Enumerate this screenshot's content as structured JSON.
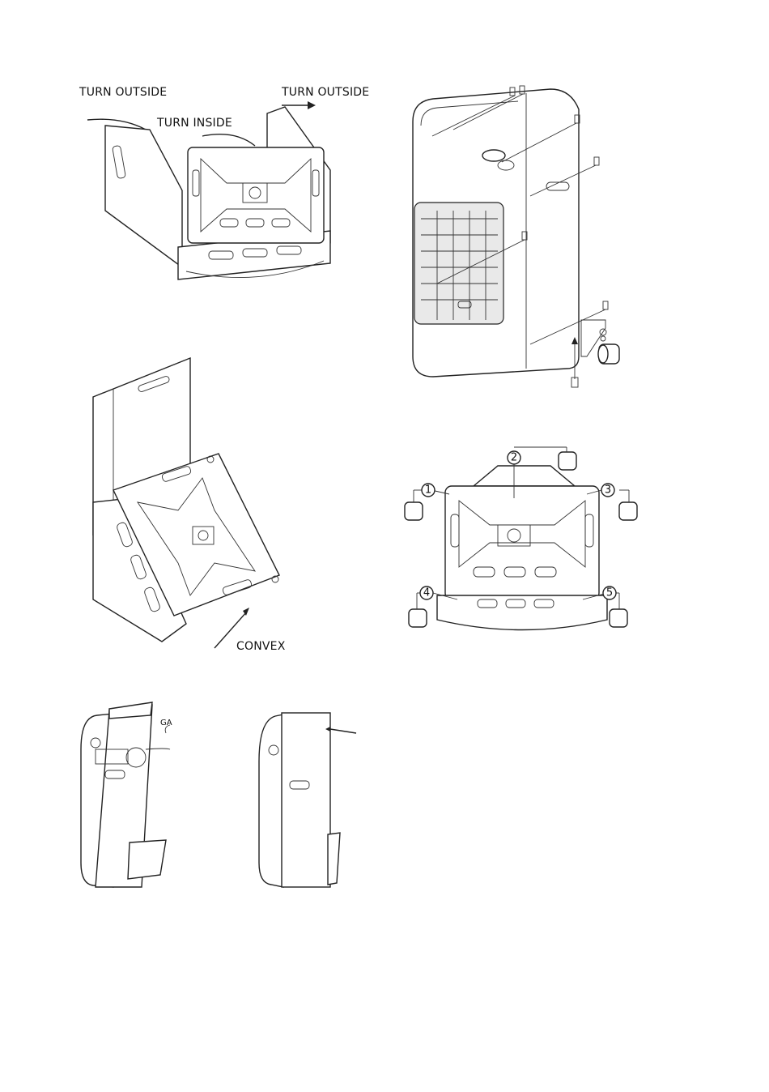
{
  "labels": {
    "turn_outside_left": "TURN OUTSIDE",
    "turn_outside_right": "TURN OUTSIDE",
    "turn_inside": "TURN INSIDE",
    "convex": "CONVEX",
    "gas_cylinder": "GA"
  },
  "wheel_positions": [
    "1",
    "2",
    "3",
    "4",
    "5"
  ]
}
